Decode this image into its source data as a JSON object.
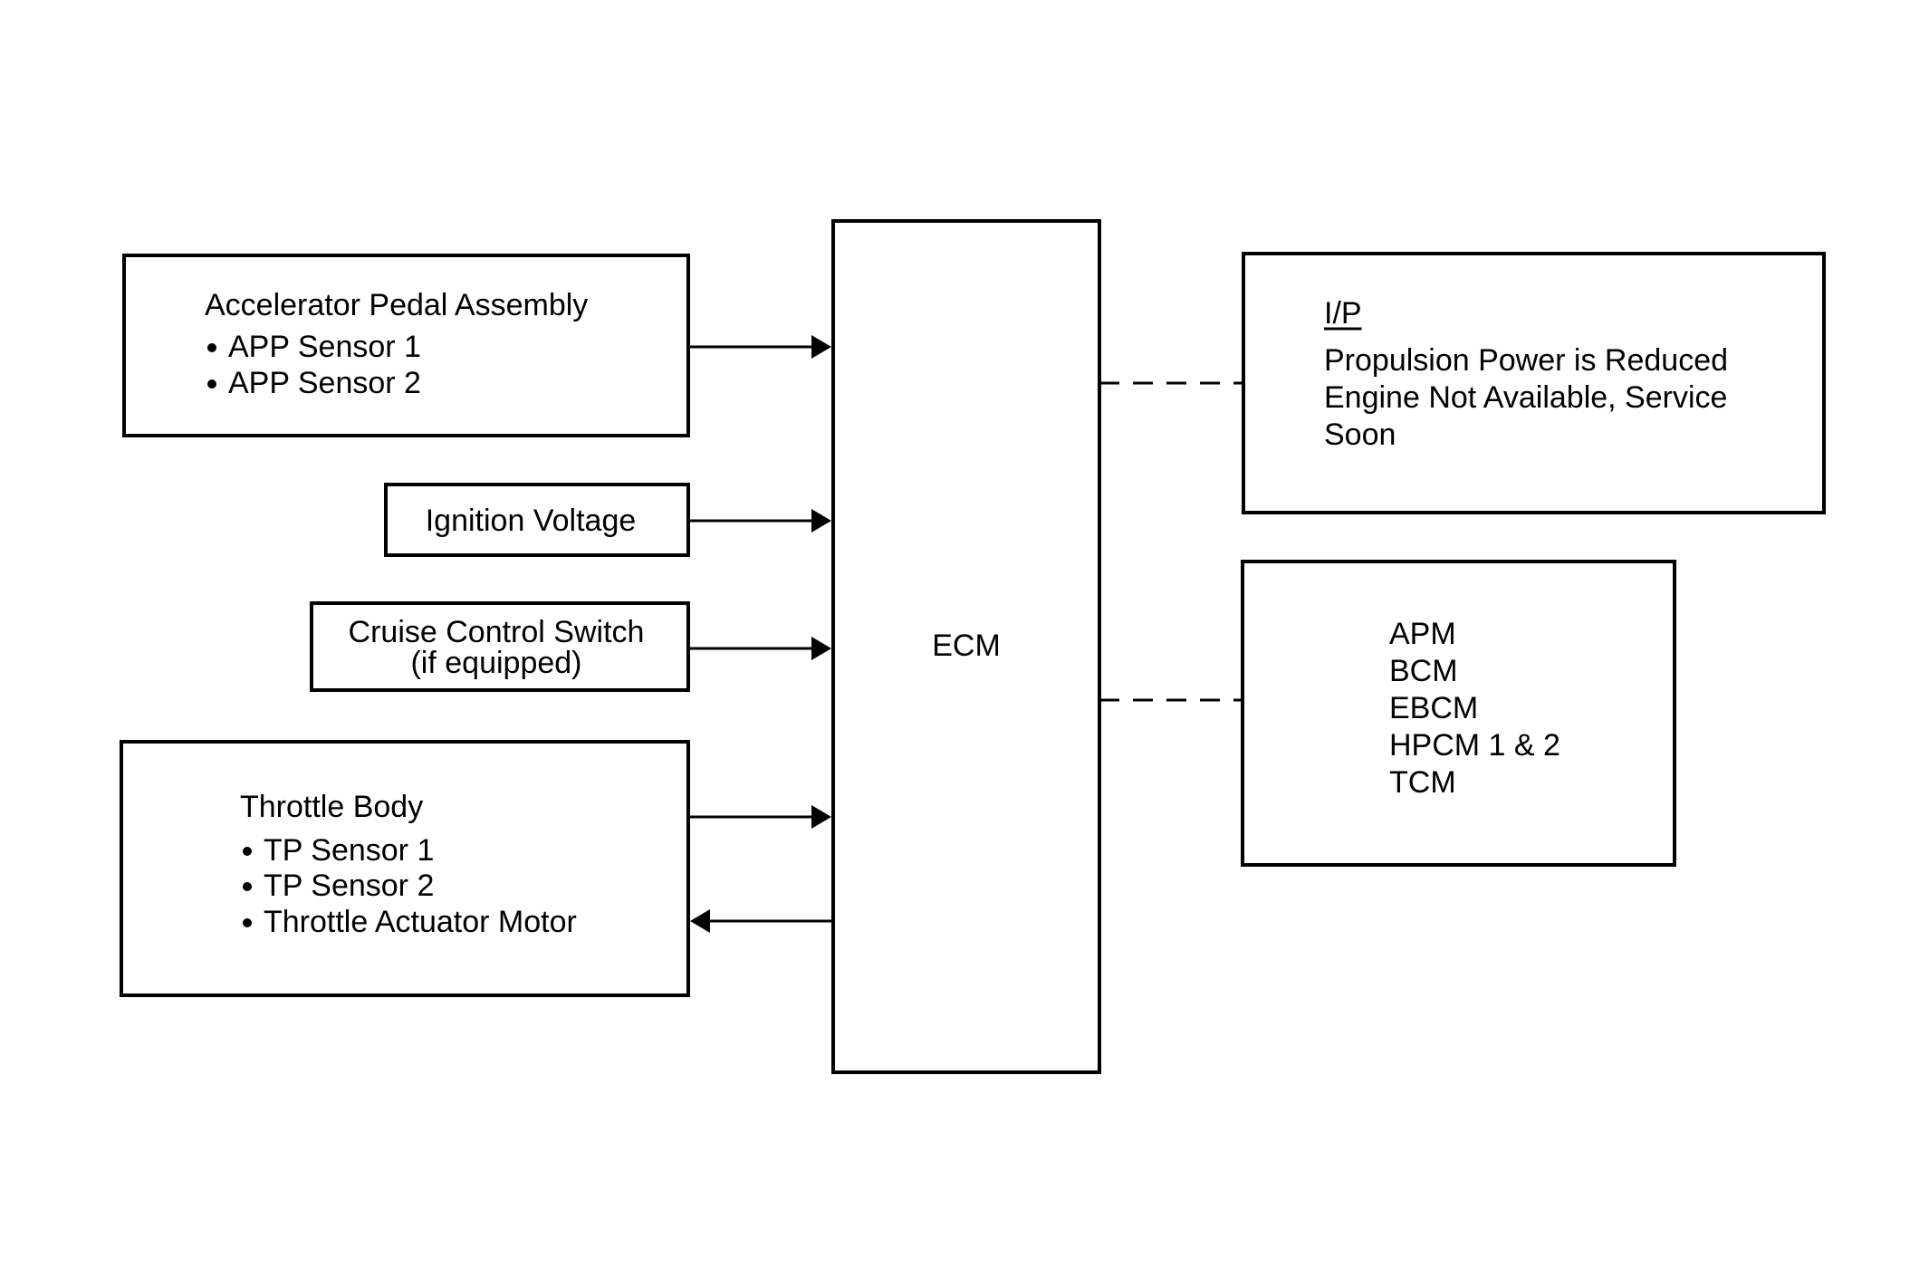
{
  "inputs": {
    "accelerator_pedal": {
      "title": "Accelerator Pedal Assembly",
      "items": [
        "APP Sensor 1",
        "APP Sensor 2"
      ]
    },
    "ignition_voltage": {
      "label": "Ignition Voltage"
    },
    "cruise_control": {
      "line1": "Cruise Control Switch",
      "line2": "(if equipped)"
    },
    "throttle_body": {
      "title": "Throttle Body",
      "items": [
        "TP Sensor 1",
        "TP Sensor 2",
        "Throttle Actuator Motor"
      ]
    }
  },
  "controller": {
    "label": "ECM"
  },
  "outputs": {
    "ip": {
      "title": "I/P",
      "lines": [
        "Propulsion Power is Reduced",
        "Engine Not Available, Service",
        "Soon"
      ]
    },
    "modules": {
      "items": [
        "APM",
        "BCM",
        "EBCM",
        "HPCM 1 & 2",
        "TCM"
      ]
    }
  }
}
